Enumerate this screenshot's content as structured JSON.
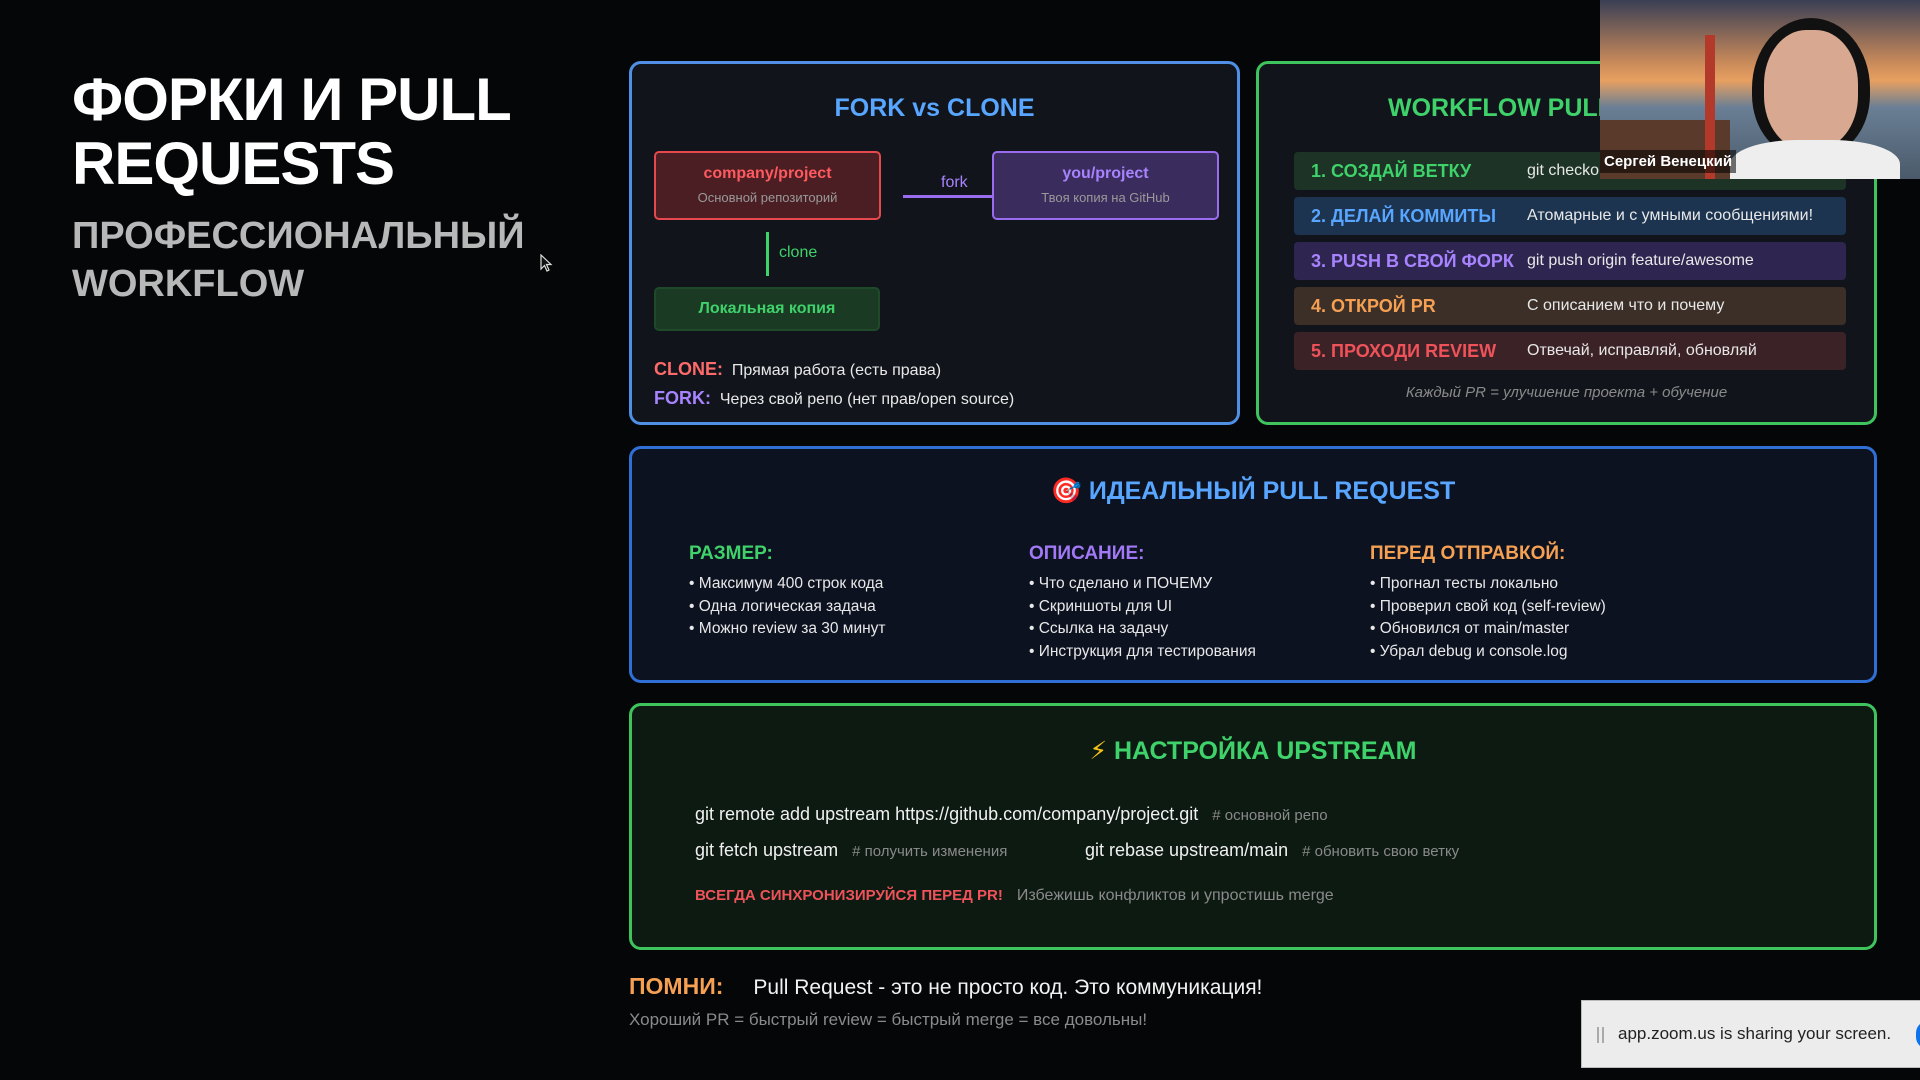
{
  "slide": {
    "title_line1": "ФОРКИ И PULL",
    "title_line2": "REQUESTS",
    "subtitle_line1": "ПРОФЕССИОНАЛЬНЫЙ",
    "subtitle_line2": "WORKFLOW"
  },
  "fork_clone": {
    "title": "FORK vs CLONE",
    "company": {
      "name": "company/project",
      "desc": "Основной репозиторий"
    },
    "you": {
      "name": "you/project",
      "desc": "Твоя копия на GitHub"
    },
    "fork_label": "fork",
    "clone_label": "clone",
    "local": "Локальная копия",
    "clone_key": "CLONE:",
    "clone_text": "Прямая работа (есть права)",
    "fork_key": "FORK:",
    "fork_text": "Через свой репо (нет прав/open source)"
  },
  "workflow": {
    "title": "WORKFLOW PULL",
    "steps": [
      {
        "label": "1. СОЗДАЙ ВЕТКУ",
        "desc": "git checko"
      },
      {
        "label": "2. ДЕЛАЙ КОММИТЫ",
        "desc": "Атомарные и с умными сообщениями!"
      },
      {
        "label": "3. PUSH В СВОЙ ФОРК",
        "desc": "git push origin feature/awesome"
      },
      {
        "label": "4. ОТКРОЙ PR",
        "desc": "С описанием что и почему"
      },
      {
        "label": "5. ПРОХОДИ REVIEW",
        "desc": "Отвечай, исправляй, обновляй"
      }
    ],
    "footer": "Каждый PR = улучшение проекта + обучение"
  },
  "ideal_pr": {
    "icon": "🎯",
    "title": "ИДЕАЛЬНЫЙ PULL REQUEST",
    "columns": [
      {
        "heading": "РАЗМЕР:",
        "items": [
          "• Максимум 400 строк кода",
          "• Одна логическая задача",
          "• Можно review за 30 минут"
        ]
      },
      {
        "heading": "ОПИСАНИЕ:",
        "items": [
          "• Что сделано и ПОЧЕМУ",
          "• Скриншоты для UI",
          "• Ссылка на задачу",
          "• Инструкция для тестирования"
        ]
      },
      {
        "heading": "ПЕРЕД ОТПРАВКОЙ:",
        "items": [
          "• Прогнал тесты локально",
          "• Проверил свой код (self-review)",
          "• Обновился от main/master",
          "• Убрал debug и console.log"
        ]
      }
    ]
  },
  "upstream": {
    "icon": "⚡",
    "title": "НАСТРОЙКА UPSTREAM",
    "cmd1": "git remote add upstream https://github.com/company/project.git",
    "cmt1": "# основной репо",
    "cmd2": "git fetch upstream",
    "cmt2": "# получить изменения",
    "cmd3": "git rebase upstream/main",
    "cmt3": "# обновить свою ветку",
    "warn": "ВСЕГДА СИНХРОНИЗИРУЙСЯ ПЕРЕД PR!",
    "warn_text": "Избежишь конфликтов и упростишь merge"
  },
  "remember": {
    "key": "ПОМНИ:",
    "text": "Pull Request - это не просто код. Это коммуникация!",
    "sub": "Хороший PR = быстрый review = быстрый merge = все довольны!"
  },
  "webcam": {
    "name": "Сергей Венецкий"
  },
  "zoom_bar": {
    "text": "app.zoom.us is sharing your screen."
  },
  "colors": {
    "blue": "#58a6ff",
    "green": "#3fd26a",
    "red": "#f0525a",
    "purple": "#a178f5",
    "orange": "#f5a052"
  }
}
